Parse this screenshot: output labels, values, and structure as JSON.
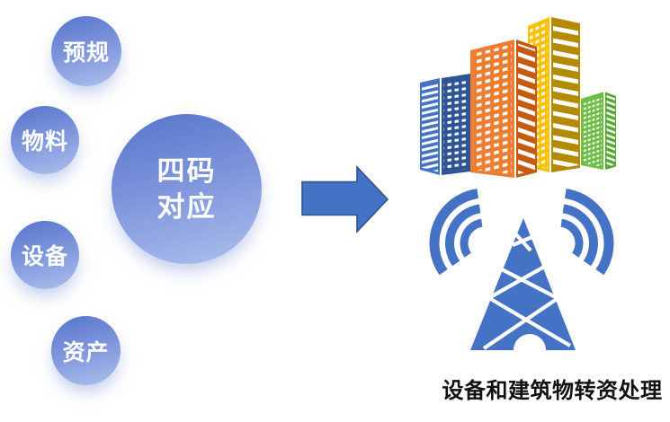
{
  "diagram": {
    "process": {
      "input_bubbles": [
        {
          "label": "预规"
        },
        {
          "label": "物料"
        },
        {
          "label": "设备"
        },
        {
          "label": "资产"
        }
      ],
      "center_bubble": {
        "line1": "四码",
        "line2": "对应"
      }
    },
    "result": {
      "caption": "设备和建筑物转资处理",
      "icons": [
        "city-buildings-icon",
        "radio-tower-icon"
      ]
    },
    "arrow_icon": "right-block-arrow-icon",
    "palette": {
      "bubble_gradient_top": "#5D7ACE",
      "bubble_gradient_bottom": "#A5B9EA",
      "bubble_text": "#FFFFFF",
      "icon_blue": "#4472C4",
      "arrow_outline": "#2F528F",
      "building_blue_light": "#4472C4",
      "building_blue_dark": "#2E5496",
      "building_orange_light": "#ED7D31",
      "building_orange_dark": "#C55A11",
      "building_yellow_light": "#FFC000",
      "building_yellow_dark": "#B38B00",
      "building_green_light": "#6CBE45",
      "building_green_dark": "#55A82F",
      "caption_text": "#111111",
      "background": "#FFFFFF"
    }
  }
}
